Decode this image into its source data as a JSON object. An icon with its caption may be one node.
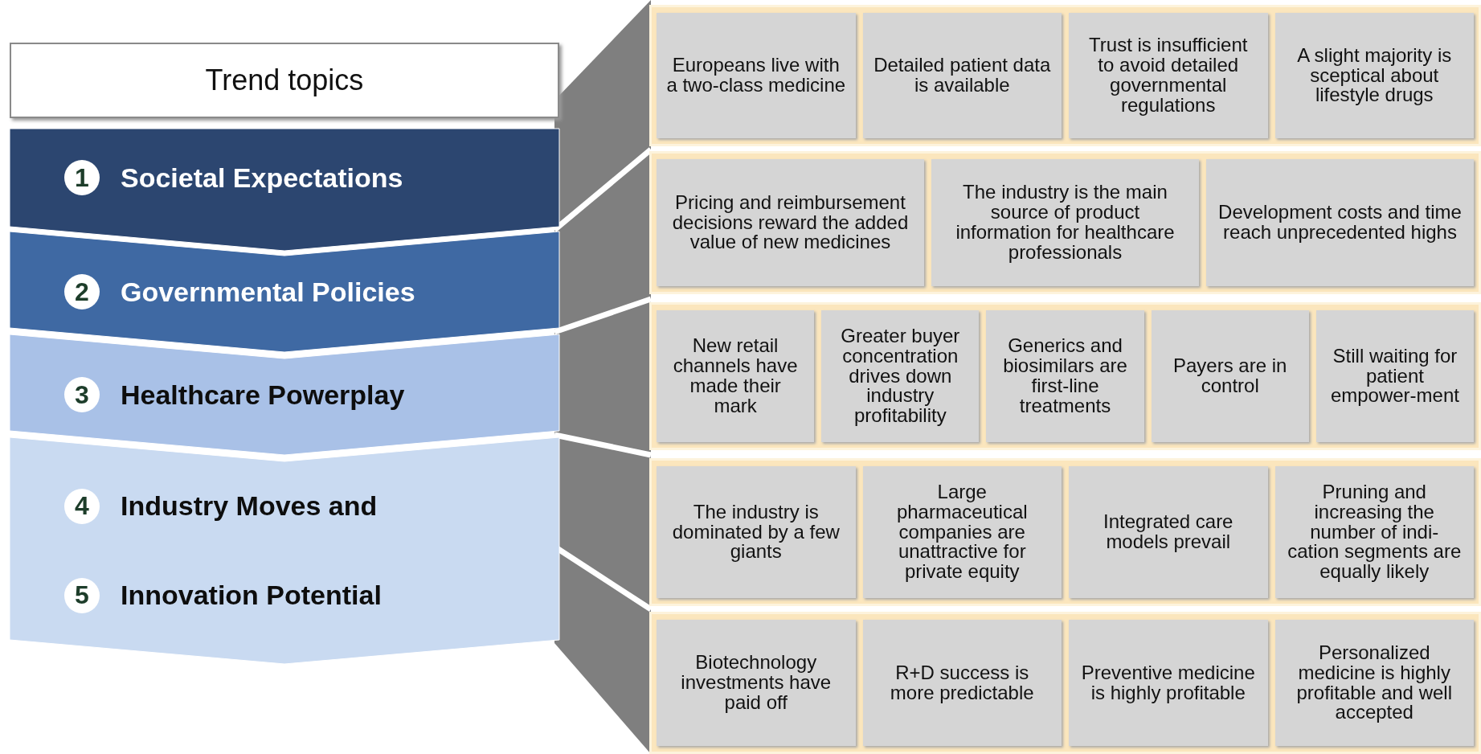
{
  "diagram": {
    "nodes": [
      {
        "text": [
          "Trend topics"
        ]
      },
      {
        "text": [
          "1",
          "Societal Expectations"
        ]
      },
      {
        "text": [
          "2",
          "Governmental Policies"
        ]
      },
      {
        "text": [
          "3",
          "Healthcare Powerplay"
        ]
      },
      {
        "text": [
          "4",
          "Industry Moves and",
          "5",
          "Innovation Potential"
        ]
      },
      {
        "text": [],
        "shape": "box"
      },
      {
        "text": [
          "Europeans live with a two-class medicine"
        ],
        "in": 5
      },
      {
        "text": [
          "Detailed patient data is available"
        ],
        "in": 5
      },
      {
        "text": [
          "Trust is insufficient to avoid detailed governmental regulations"
        ],
        "in": 5
      },
      {
        "text": [
          "A slight majority is sceptical about lifestyle drugs"
        ],
        "in": 5
      },
      {
        "text": [],
        "shape": "box"
      },
      {
        "text": [
          "Pricing and reimbursement decisions reward the added value of new medicines"
        ],
        "in": 10
      },
      {
        "text": [
          "The industry is the main source of product information for healthcare professionals"
        ],
        "in": 10
      },
      {
        "text": [
          "Development costs and time reach unprecedented highs"
        ],
        "in": 10
      },
      {
        "text": [],
        "shape": "box"
      },
      {
        "text": [
          "New retail channels have made their mark"
        ],
        "in": 14
      },
      {
        "text": [
          "Greater buyer concentration drives down industry profitability"
        ],
        "in": 14
      },
      {
        "text": [
          "Generics and biosimilars are first-line treatments"
        ],
        "in": 14
      },
      {
        "text": [
          "Payers are in control"
        ],
        "in": 14
      },
      {
        "text": [
          "Still waiting for patient empower-ment"
        ],
        "in": 14
      },
      {
        "text": [],
        "shape": "box"
      },
      {
        "text": [
          "The industry is dominated by a few giants"
        ],
        "in": 20
      },
      {
        "text": [
          "Large pharmaceutical companies are unattractive for private equity"
        ],
        "in": 20
      },
      {
        "text": [
          "Integrated care models prevail"
        ],
        "in": 20
      },
      {
        "text": [
          "Pruning and increasing the number of indi-cation segments are equally likely"
        ],
        "in": 20
      },
      {
        "text": [],
        "shape": "box"
      },
      {
        "text": [
          "Biotechnology investments have paid off"
        ],
        "in": 25
      },
      {
        "text": [
          "R+D success is more predictable"
        ],
        "in": 25
      },
      {
        "text": [
          "Preventive medicine is highly profitable"
        ],
        "in": 25
      },
      {
        "text": [
          "Personalized medicine is highly profitable and well accepted"
        ],
        "in": 25
      }
    ]
  }
}
